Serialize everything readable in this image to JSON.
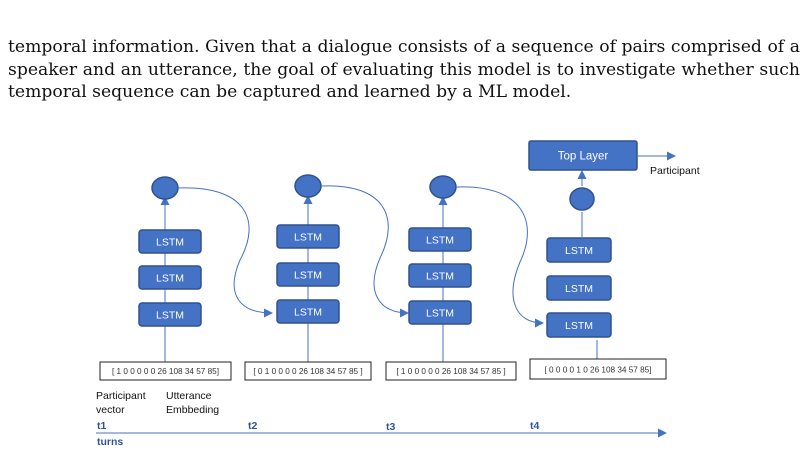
{
  "paragraph": {
    "line1": "temporal information. Given that a dialogue consists of a sequence of pairs comprised of a",
    "line2": "speaker and an utterance, the goal of evaluating this model is to investigate whether such",
    "line3": "temporal sequence can be captured and learned by a ML model."
  },
  "diagram": {
    "lstm_label": "LSTM",
    "top_layer_label": "Top Layer",
    "output_label": "Participant",
    "inputs": [
      "[ 1 0 0 0 0 0   26 108 34 57 85]",
      "[ 0 1 0 0 0 0 26 108 34 57 85 ]",
      "[ 1 0 0 0 0 0 26 108 34 57 85 ]",
      "[ 0 0 0 0 1 0  26 108 34 57 85]"
    ],
    "caption_participant_line1": "Participant",
    "caption_participant_line2": "vector",
    "caption_utterance_line1": "Utterance",
    "caption_utterance_line2": "Embbeding",
    "turn_labels": [
      "t1",
      "t2",
      "t3",
      "t4"
    ],
    "axis_label": "turns",
    "colors": {
      "box_fill": "#4472c4",
      "box_stroke": "#2f528f",
      "line": "#4472c4",
      "turn_text": "#2f5597"
    }
  }
}
